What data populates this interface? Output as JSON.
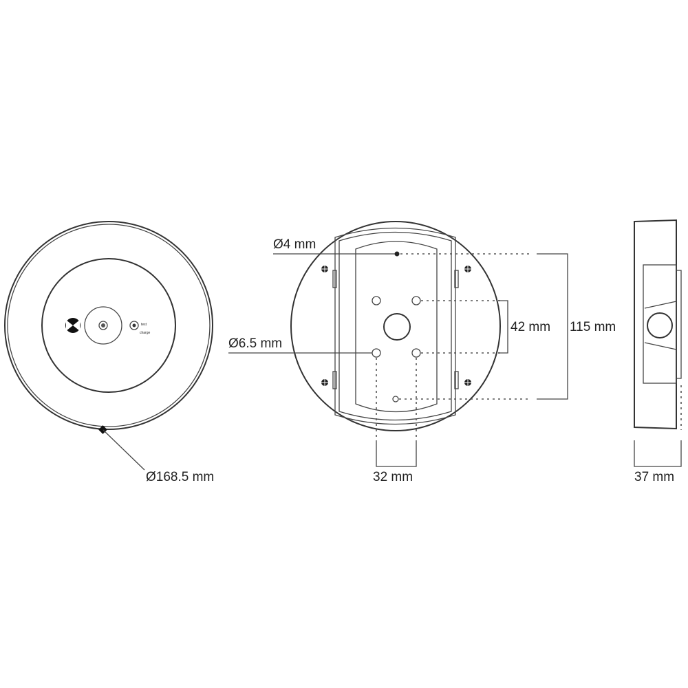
{
  "front_view": {
    "button_labels": [
      "test",
      "charge"
    ],
    "diameter_label": "Ø168.5 mm"
  },
  "back_view": {
    "hole_small_label": "Ø4 mm",
    "hole_large_label": "Ø6.5 mm",
    "vertical_spacing_inner_label": "42 mm",
    "vertical_spacing_outer_label": "115 mm",
    "horizontal_spacing_label": "32 mm"
  },
  "side_view": {
    "depth_label": "37 mm"
  }
}
